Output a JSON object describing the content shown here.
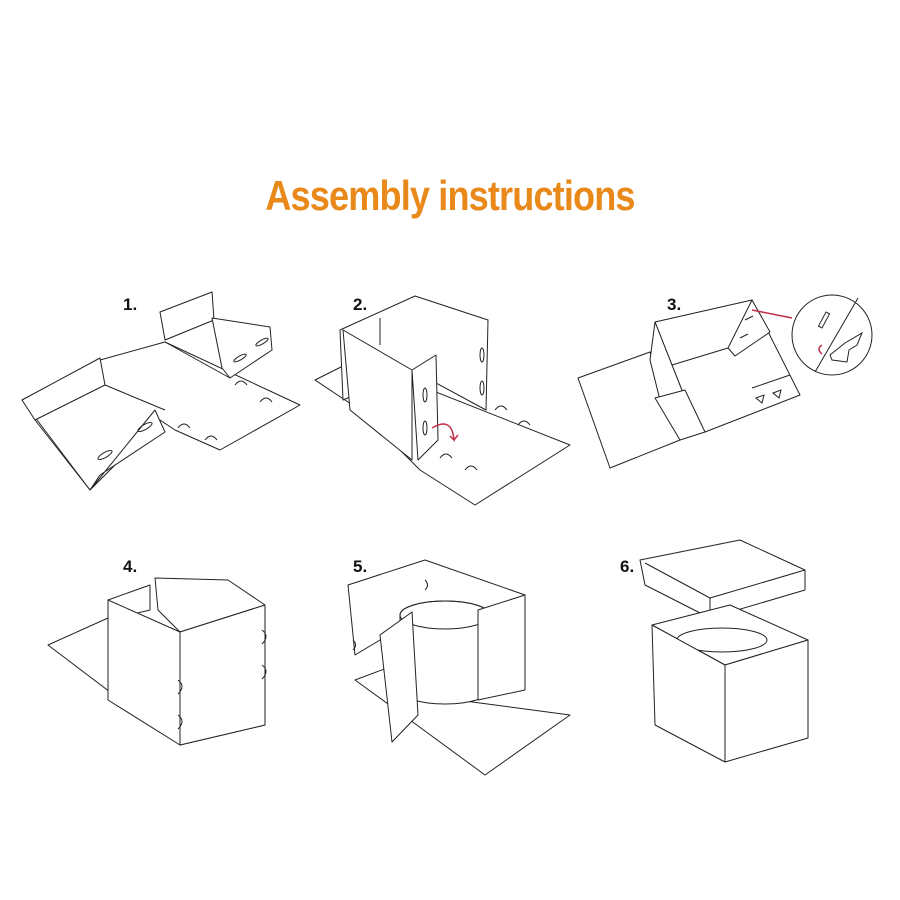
{
  "title": "Assembly instructions",
  "colors": {
    "title": "#E8891A",
    "line": "#222222",
    "highlight": "#c0304a"
  },
  "steps": [
    {
      "label": "1."
    },
    {
      "label": "2."
    },
    {
      "label": "3."
    },
    {
      "label": "4."
    },
    {
      "label": "5."
    },
    {
      "label": "6."
    }
  ]
}
